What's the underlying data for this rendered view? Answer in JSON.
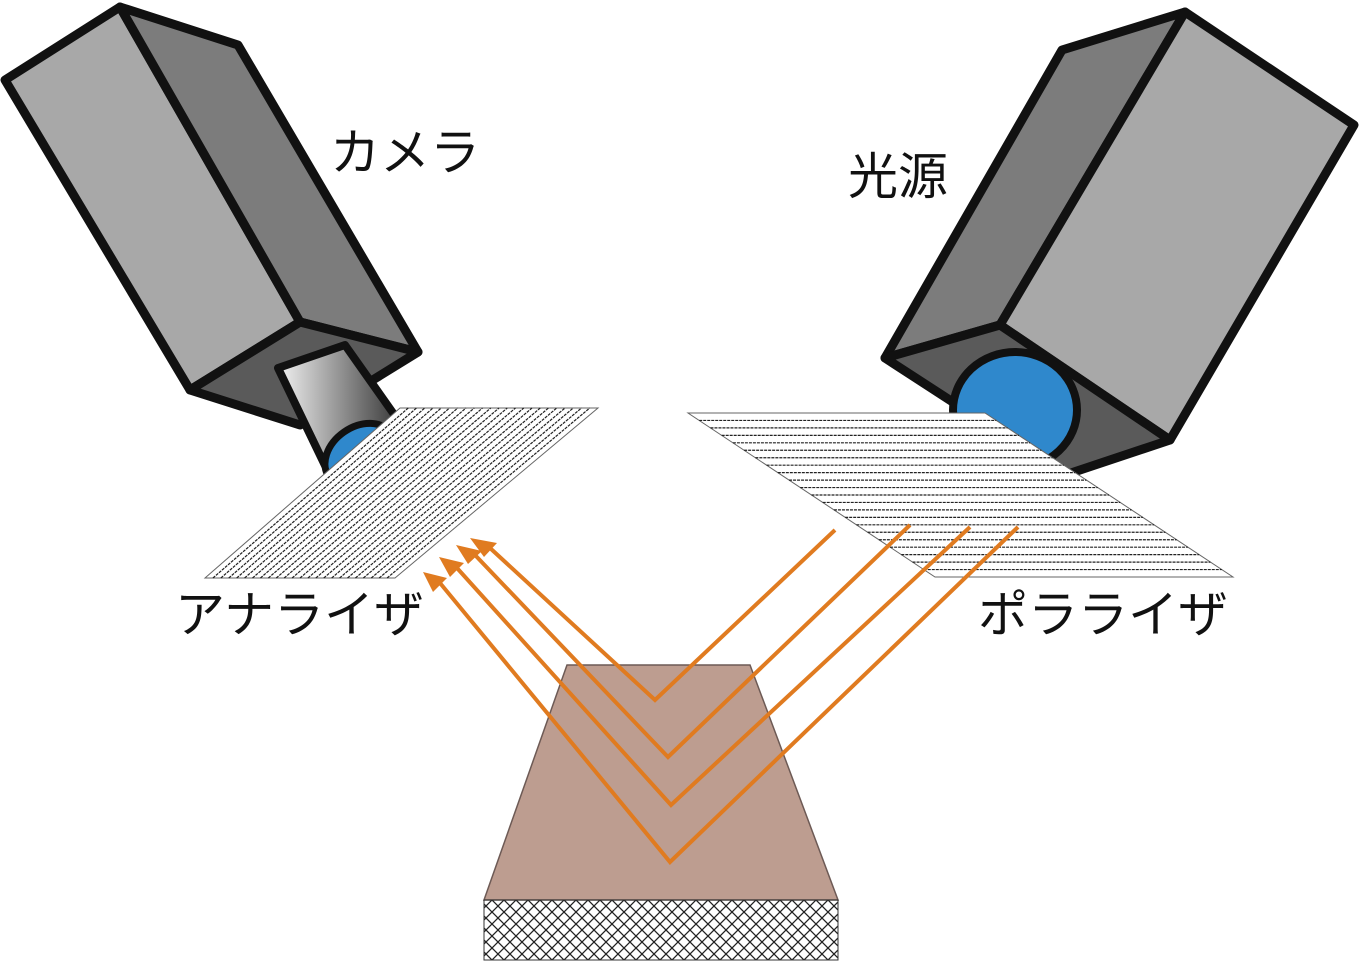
{
  "labels": {
    "camera": "カメラ",
    "light_source": "光源",
    "analyzer": "アナライザ",
    "polarizer": "ポラライザ"
  },
  "colors": {
    "ray": "#e07b20",
    "lens": "#2f88cc",
    "sample": "#bd9d90",
    "body_light": "#a8a8a8",
    "body_mid": "#7c7c7c",
    "body_dark": "#5a5a5a"
  }
}
